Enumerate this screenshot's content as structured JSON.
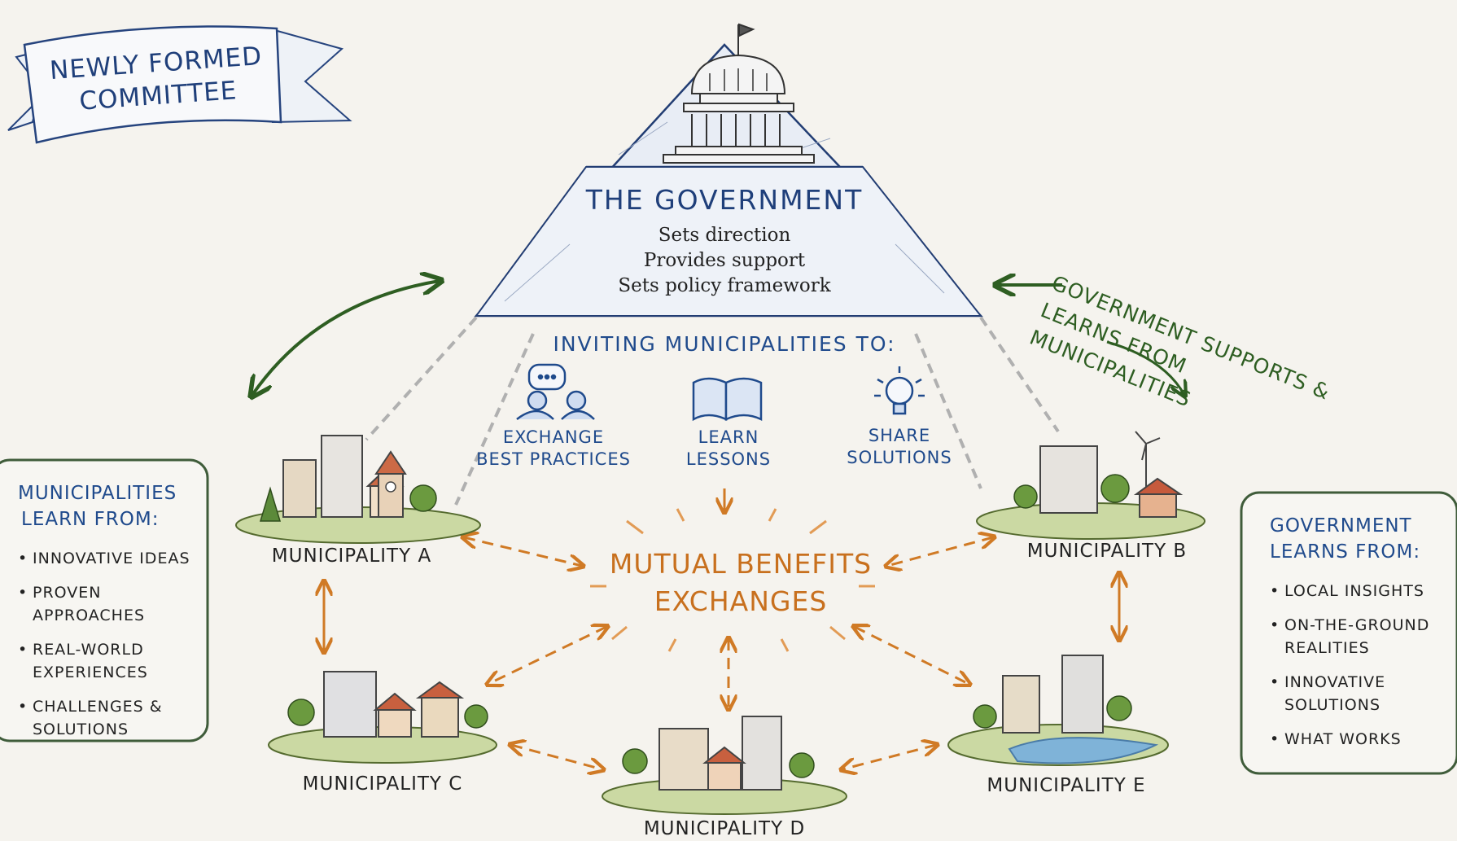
{
  "banner": {
    "line1": "NEWLY FORMED",
    "line2": "COMMITTEE"
  },
  "government": {
    "title": "THE GOVERNMENT",
    "roles": [
      "Sets direction",
      "Provides support",
      "Sets policy framework"
    ]
  },
  "inviting": {
    "heading": "INVITING MUNICIPALITIES TO:",
    "actions": [
      {
        "line1": "EXCHANGE",
        "line2": "BEST PRACTICES",
        "icon": "people-chat-icon"
      },
      {
        "line1": "LEARN",
        "line2": "LESSONS",
        "icon": "open-book-icon"
      },
      {
        "line1": "SHARE",
        "line2": "SOLUTIONS",
        "icon": "lightbulb-icon"
      }
    ]
  },
  "center": {
    "line1": "MUTUAL BENEFITS",
    "line2": "EXCHANGES"
  },
  "municipalities": {
    "a": "MUNICIPALITY A",
    "b": "MUNICIPALITY B",
    "c": "MUNICIPALITY C",
    "d": "MUNICIPALITY D",
    "e": "MUNICIPALITY E"
  },
  "left_box": {
    "title_line1": "MUNICIPALITIES",
    "title_line2": "LEARN FROM:",
    "items": [
      {
        "line1": "INNOVATIVE IDEAS",
        "line2": ""
      },
      {
        "line1": "PROVEN APPROACHES",
        "line2": ""
      },
      {
        "line1": "REAL-WORLD",
        "line2": "EXPERIENCES"
      },
      {
        "line1": "CHALLENGES &",
        "line2": "SOLUTIONS"
      }
    ]
  },
  "right_box": {
    "title_line1": "GOVERNMENT",
    "title_line2": "LEARNS FROM:",
    "items": [
      {
        "line1": "LOCAL INSIGHTS",
        "line2": ""
      },
      {
        "line1": "ON-THE-GROUND",
        "line2": "REALITIES"
      },
      {
        "line1": "INNOVATIVE",
        "line2": "SOLUTIONS"
      },
      {
        "line1": "WHAT WORKS",
        "line2": ""
      }
    ]
  },
  "gov_supports": {
    "line1": "GOVERNMENT SUPPORTS &",
    "line2": "LEARNS FROM MUNICIPALITIES"
  },
  "colors": {
    "blue": "#1f4a8c",
    "green": "#2e5e22",
    "orange": "#c8701e",
    "background": "#f5f3ee"
  }
}
